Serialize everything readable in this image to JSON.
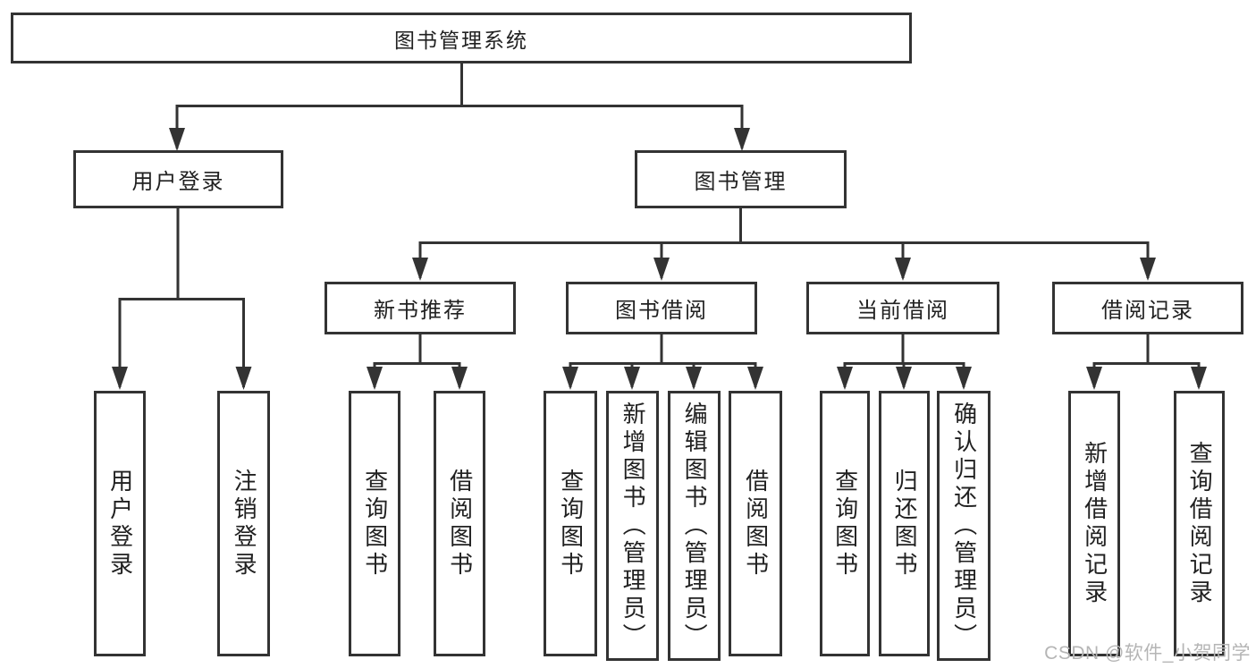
{
  "tree": {
    "root": {
      "label": "图书管理系统"
    },
    "branches": [
      {
        "label": "用户登录",
        "children": [
          {
            "label": "用户登录"
          },
          {
            "label": "注销登录"
          }
        ]
      },
      {
        "label": "图书管理",
        "children": [
          {
            "label": "新书推荐",
            "children": [
              {
                "label": "查询图书"
              },
              {
                "label": "借阅图书"
              }
            ]
          },
          {
            "label": "图书借阅",
            "children": [
              {
                "label": "查询图书"
              },
              {
                "label": "新增图书（管理员）"
              },
              {
                "label": "编辑图书（管理员）"
              },
              {
                "label": "借阅图书"
              }
            ]
          },
          {
            "label": "当前借阅",
            "children": [
              {
                "label": "查询图书"
              },
              {
                "label": "归还图书"
              },
              {
                "label": "确认归还（管理员）"
              }
            ]
          },
          {
            "label": "借阅记录",
            "children": [
              {
                "label": "新增借阅记录"
              },
              {
                "label": "查询借阅记录"
              }
            ]
          }
        ]
      }
    ]
  },
  "watermark": "CSDN @软件_小贺同学",
  "colors": {
    "line": "#333333",
    "text": "#212121",
    "watermark": "#b5b5b5",
    "background": "#ffffff"
  }
}
